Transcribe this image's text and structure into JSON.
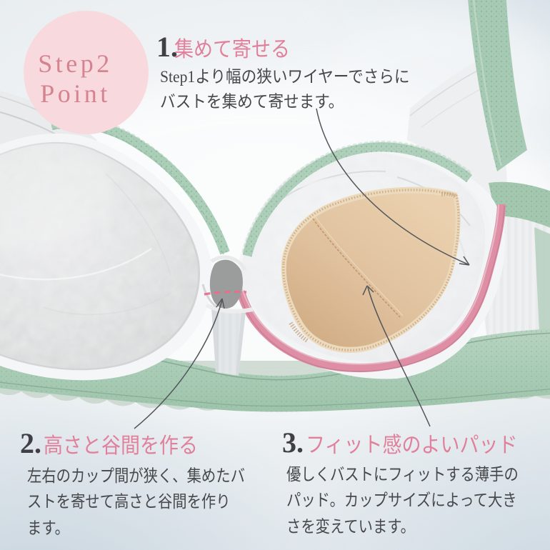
{
  "badge": {
    "line1": "Step2",
    "line2": "Point"
  },
  "sections": {
    "point1": {
      "number": "1.",
      "title": "集めて寄せる",
      "body_lines": [
        "Step1より幅の狭いワイヤーでさらに",
        "バストを集めて寄せます。"
      ]
    },
    "point2": {
      "number": "2.",
      "title": "高さと谷間を作る",
      "body_lines": [
        "左右のカップ間が狭く、集めたバ",
        "ストを寄せて高さと谷間を作り",
        "ます。"
      ]
    },
    "point3": {
      "number": "3.",
      "title": "フィット感のよいパッド",
      "body_lines": [
        "優しくバストにフィットする薄手の",
        "パッド。カップサイズによって大き",
        "さを変えています。"
      ]
    }
  },
  "illustration": {
    "subject": "bra-interior-with-inner-pad",
    "icons": [
      "arrow-1-to-wire",
      "arrow-2-to-center-gore",
      "arrow-3-to-pad",
      "pink-dashed-gap-line"
    ],
    "colors": {
      "background": "#edf1f3",
      "badge_fill": "#f8dade",
      "badge_text": "#d5838f",
      "heading_pink": "#df7e97",
      "body_text": "#46474a",
      "mint_lace": "#a9cab5",
      "pad_beige": "#ddc0a0",
      "piping_pink": "#df8ca3",
      "cup_white": "#f4f5f6",
      "annotation_line": "#4e4f54",
      "dashed_line_pink": "#e8688a"
    }
  }
}
